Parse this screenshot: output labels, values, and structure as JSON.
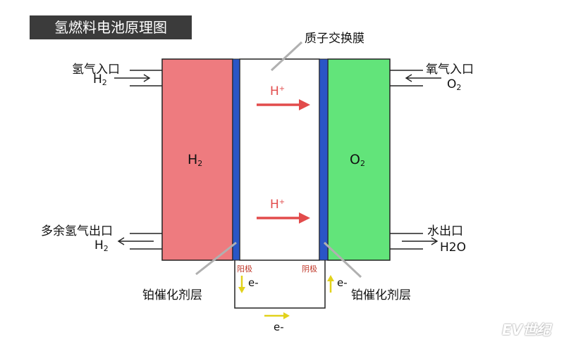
{
  "title": "氢燃料电池原理图",
  "membrane_label": "质子交换膜",
  "left_top": {
    "label": "氢气入口",
    "formula_main": "H",
    "formula_sub": "2"
  },
  "right_top": {
    "label": "氧气入口",
    "formula_main": "O",
    "formula_sub": "2"
  },
  "left_bottom": {
    "label": "多余氢气出口",
    "formula_main": "H",
    "formula_sub": "2"
  },
  "right_bottom": {
    "label": "水出口",
    "formula_text": "H2O"
  },
  "chambers": {
    "anode_gas": {
      "main": "H",
      "sub": "2",
      "color": "#ee7b7f"
    },
    "cathode_gas": {
      "main": "O",
      "sub": "2",
      "color": "#62e47a"
    }
  },
  "protons": [
    {
      "main": "H",
      "sup": "+"
    },
    {
      "main": "H",
      "sup": "+"
    }
  ],
  "electrode_labels": {
    "anode": "阳极",
    "cathode": "阴极"
  },
  "catalyst_labels": {
    "left": "铂催化剂层",
    "right": "铂催化剂层"
  },
  "electrons": {
    "left": "e-",
    "right": "e-",
    "bottom": "e-"
  },
  "watermark": "EV世纪",
  "colors": {
    "catalyst": "#2a56c6",
    "proton_arrow": "#e24b4b",
    "electron_arrow": "#e2d21c"
  }
}
